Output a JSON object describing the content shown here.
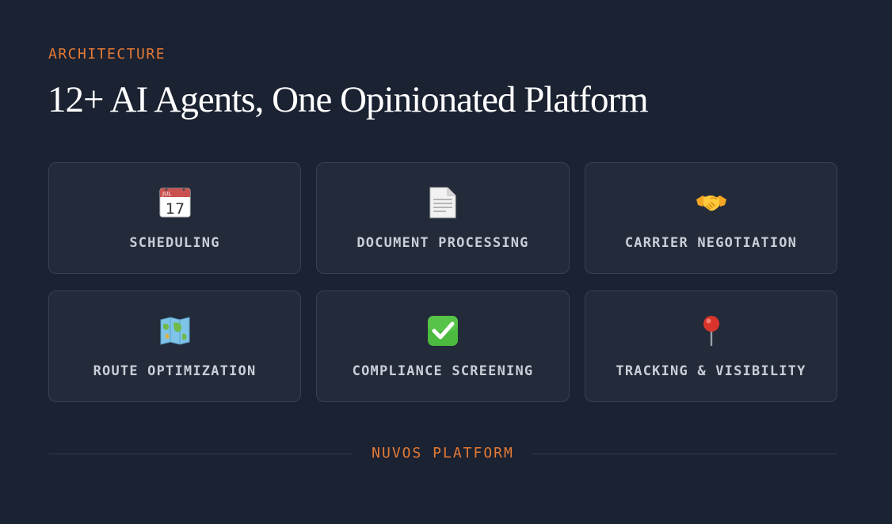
{
  "header": {
    "eyebrow": "ARCHITECTURE",
    "title": "12+ AI Agents, One Opinionated Platform"
  },
  "agents": [
    {
      "icon": "calendar-icon",
      "label": "SCHEDULING",
      "icon_text_top": "JUL",
      "icon_text_day": "17"
    },
    {
      "icon": "document-icon",
      "label": "DOCUMENT PROCESSING"
    },
    {
      "icon": "handshake-icon",
      "label": "CARRIER NEGOTIATION"
    },
    {
      "icon": "map-icon",
      "label": "ROUTE OPTIMIZATION"
    },
    {
      "icon": "check-mark-icon",
      "label": "COMPLIANCE SCREENING"
    },
    {
      "icon": "pushpin-icon",
      "label": "TRACKING & VISIBILITY"
    }
  ],
  "footer": {
    "label": "NUVOS PLATFORM"
  },
  "colors": {
    "background": "#1b2232",
    "card": "#232a39",
    "accent": "#e57a35",
    "title": "#ffffff",
    "label": "#c9ced8"
  }
}
